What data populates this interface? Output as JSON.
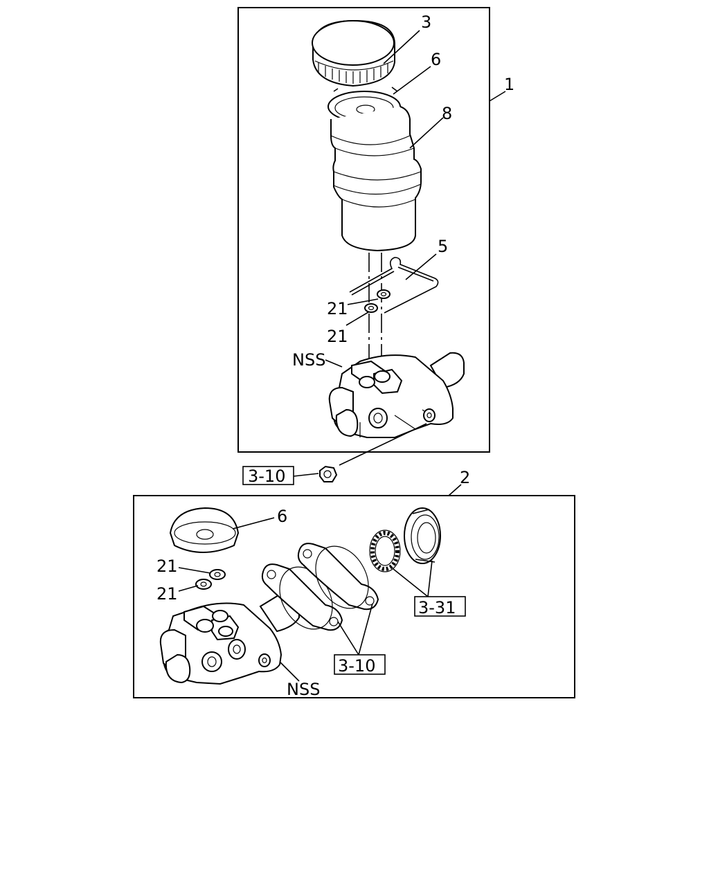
{
  "callouts": {
    "assembly_1": "1",
    "cap_3": "3",
    "seal_6_upper": "6",
    "reservoir_8": "8",
    "clip_5": "5",
    "grommet_21_a": "21",
    "grommet_21_b": "21",
    "nss_upper": "NSS",
    "ref_3_10_nut": "3-10",
    "assembly_2": "2",
    "seal_6_lower": "6",
    "grommet_21_c": "21",
    "grommet_21_d": "21",
    "ref_3_31": "3-31",
    "ref_3_10_gasket": "3-10",
    "nss_lower": "NSS"
  }
}
